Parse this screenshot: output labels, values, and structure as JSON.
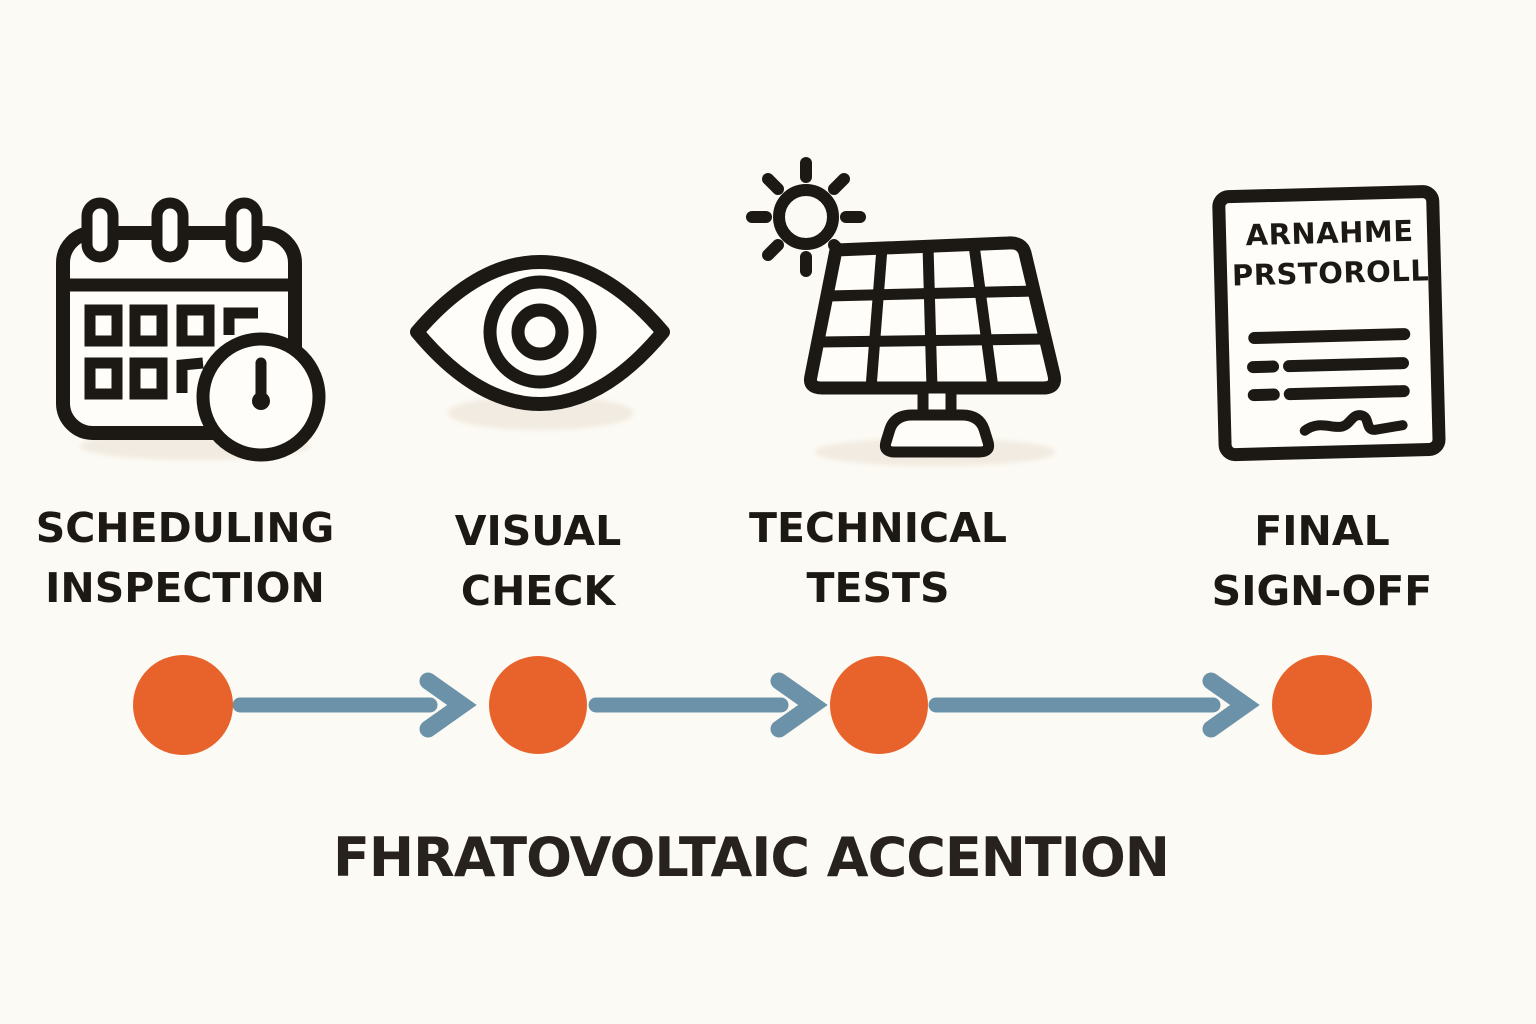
{
  "colors": {
    "background": "#FCFAF4",
    "ink": "#1C1814",
    "accent_orange": "#E8632B",
    "arrow_blue": "#6B92A8",
    "shadow_beige": "#F1EBE1"
  },
  "steps": [
    {
      "id": "scheduling-inspection",
      "icon": "calendar-clock-icon",
      "label_line1": "SCHEDULING",
      "label_line2": "INSPECTION"
    },
    {
      "id": "visual-check",
      "icon": "eye-icon",
      "label_line1": "VISUAL",
      "label_line2": "CHECK"
    },
    {
      "id": "technical-tests",
      "icon": "solar-panel-sun-icon",
      "label_line1": "TECHNICAL",
      "label_line2": "TESTS"
    },
    {
      "id": "final-sign-off",
      "icon": "document-signature-icon",
      "label_line1": "FINAL",
      "label_line2": "SIGN-OFF"
    }
  ],
  "document_icon_text": {
    "line1": "ARNAHME",
    "line2": "PRSTOROLL"
  },
  "footer_title": "FHRATOVOLTAIC ACCENTION",
  "timeline": {
    "node_count": 4,
    "arrow_count": 3
  }
}
